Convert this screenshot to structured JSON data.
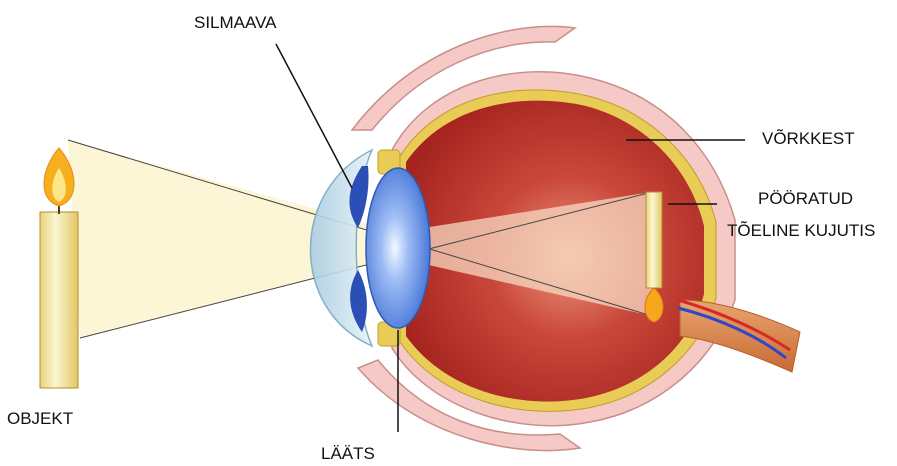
{
  "labels": {
    "cornea": "SILMAAVA",
    "retina": "VÕRKKEST",
    "image_line1": "PÖÖRATUD",
    "image_line2": "TÕELINE KUJUTIS",
    "object": "OBJEKT",
    "lens": "LÄÄTS"
  },
  "colors": {
    "sclera": "#f4c9c6",
    "sclera_outline": "#c98e89",
    "choroid": "#e8cc55",
    "eye_interior": "#b8312a",
    "eye_interior_light": "#e9866f",
    "cornea": "#c9e1ee",
    "iris": "#2b4fb5",
    "lens": "#6c95e6",
    "candle": "#f1e6a0",
    "flame": "#f6a71c",
    "light_cone": "#fbf3cf",
    "label_line": "#111111"
  }
}
